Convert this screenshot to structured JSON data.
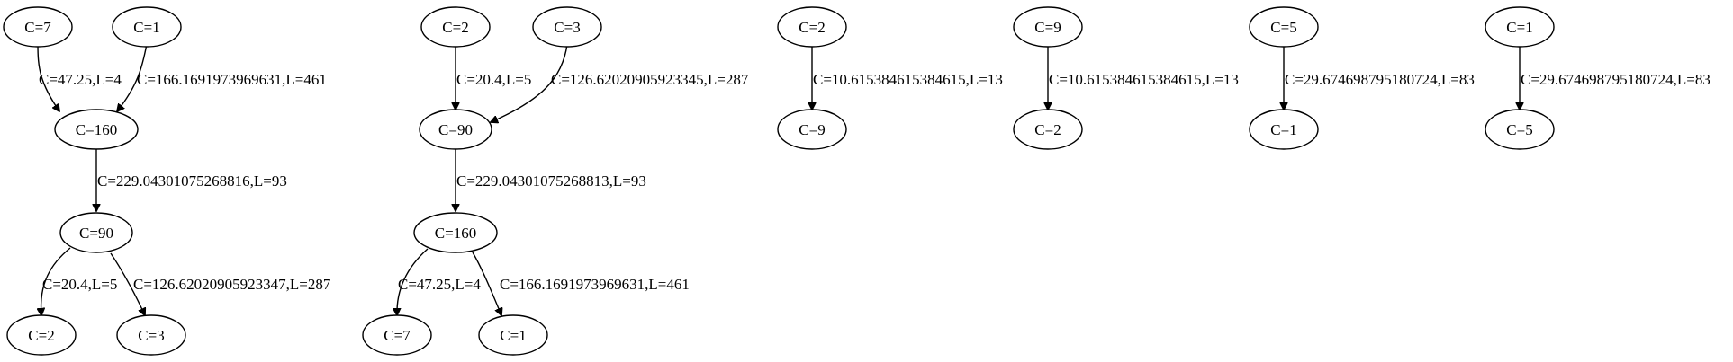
{
  "graphs": [
    {
      "nodes": {
        "a": "C=7",
        "b": "C=1",
        "c": "C=160",
        "d": "C=90",
        "e": "C=2",
        "f": "C=3"
      },
      "edges": [
        {
          "from": "a",
          "to": "c",
          "label": "C=47.25,L=4"
        },
        {
          "from": "b",
          "to": "c",
          "label": "C=166.1691973969631,L=461"
        },
        {
          "from": "c",
          "to": "d",
          "label": "C=229.04301075268816,L=93"
        },
        {
          "from": "d",
          "to": "e",
          "label": "C=20.4,L=5"
        },
        {
          "from": "d",
          "to": "f",
          "label": "C=126.62020905923347,L=287"
        }
      ]
    },
    {
      "nodes": {
        "a": "C=2",
        "b": "C=3",
        "c": "C=90",
        "d": "C=160",
        "e": "C=7",
        "f": "C=1"
      },
      "edges": [
        {
          "from": "a",
          "to": "c",
          "label": "C=20.4,L=5"
        },
        {
          "from": "b",
          "to": "c",
          "label": "C=126.62020905923345,L=287"
        },
        {
          "from": "c",
          "to": "d",
          "label": "C=229.04301075268813,L=93"
        },
        {
          "from": "d",
          "to": "e",
          "label": "C=47.25,L=4"
        },
        {
          "from": "d",
          "to": "f",
          "label": "C=166.1691973969631,L=461"
        }
      ]
    },
    {
      "nodes": {
        "a": "C=2",
        "b": "C=9"
      },
      "edges": [
        {
          "from": "a",
          "to": "b",
          "label": "C=10.615384615384615,L=13"
        }
      ]
    },
    {
      "nodes": {
        "a": "C=9",
        "b": "C=2"
      },
      "edges": [
        {
          "from": "a",
          "to": "b",
          "label": "C=10.615384615384615,L=13"
        }
      ]
    },
    {
      "nodes": {
        "a": "C=5",
        "b": "C=1"
      },
      "edges": [
        {
          "from": "a",
          "to": "b",
          "label": "C=29.674698795180724,L=83"
        }
      ]
    },
    {
      "nodes": {
        "a": "C=1",
        "b": "C=5"
      },
      "edges": [
        {
          "from": "a",
          "to": "b",
          "label": "C=29.674698795180724,L=83"
        }
      ]
    }
  ]
}
